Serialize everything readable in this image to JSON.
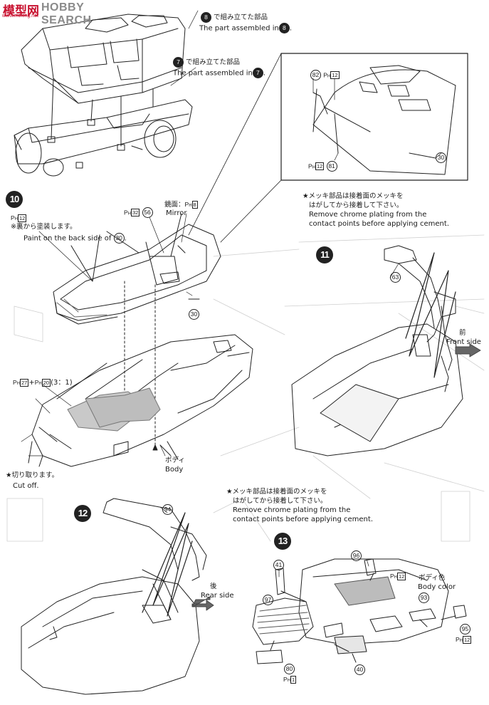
{
  "watermark": {
    "chinese": "模型网",
    "title": "HOBBY SEARCH",
    "url": "www.moxing.net"
  },
  "steps": [
    "10",
    "11",
    "12",
    "13"
  ],
  "refs": [
    "8",
    "7"
  ],
  "notes": {
    "part8_jp": "で組み立てた部品",
    "part8_en": "The part assembled in",
    "part7_jp": "で組み立てた部品",
    "part7_en": "The part assembled in",
    "chrome1_jp1": "★メッキ部品は接着面のメッキを",
    "chrome1_jp2": "はがしてから接着して下さい。",
    "chrome1_en1": "Remove chrome plating from the",
    "chrome1_en2": "contact points before applying cement.",
    "back_jp": "※裏から塗装します。",
    "back_en": "Paint on the back side of",
    "mirror_jp": "鏡面：",
    "mirror_en": "Mirror",
    "ratio": "(3：1)",
    "body_jp": "ボディ",
    "body_en": "Body",
    "cut_jp": "★切り取ります。",
    "cut_en": "Cut off.",
    "front_jp": "前",
    "front_en": "Front side",
    "rear_jp": "後",
    "rear_en": "Rear side",
    "chrome2_jp1": "★メッキ部品は接着面のメッキを",
    "chrome2_jp2": "はがしてから接着して下さい。",
    "chrome2_en1": "Remove chrome plating from the",
    "chrome2_en2": "contact points before applying cement.",
    "bodycolor_jp": "ボディ色",
    "bodycolor_en": "Body color"
  },
  "parts": {
    "p82": "82",
    "p81": "81",
    "p30a": "30",
    "p56": "56",
    "p30b": "30",
    "p30c": "30",
    "p63": "63",
    "p94": "94",
    "p41": "41",
    "p96": "96",
    "p93": "93",
    "p97": "97",
    "p95": "95",
    "p80": "80",
    "p40": "40"
  },
  "paint": {
    "ph": "P",
    "h12a": "12",
    "h12b": "12",
    "h12c": "12",
    "h32": "32",
    "h8": "8",
    "h27": "27",
    "h20": "20",
    "h12d": "12",
    "h12e": "12",
    "h1": "1"
  }
}
